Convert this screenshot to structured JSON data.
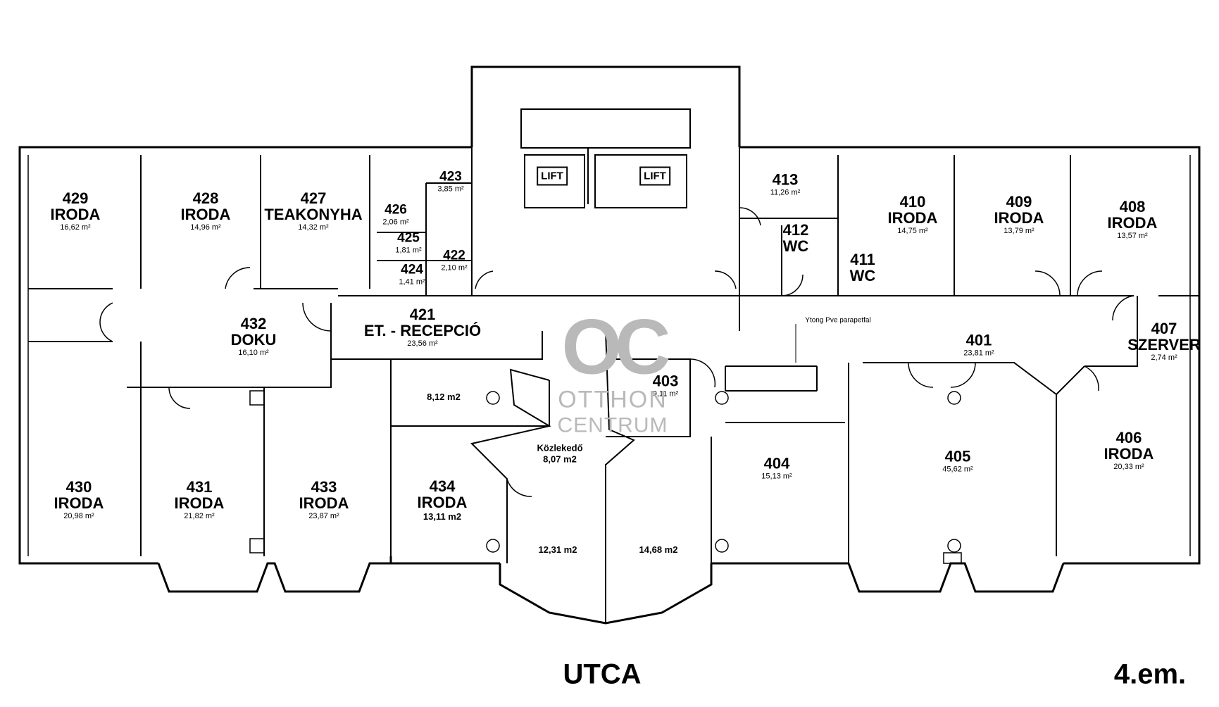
{
  "rooms": {
    "r429": {
      "num": "429",
      "name": "IRODA",
      "area": "16,62 m²"
    },
    "r428": {
      "num": "428",
      "name": "IRODA",
      "area": "14,96 m²"
    },
    "r427": {
      "num": "427",
      "name": "TEAKONYHA",
      "area": "14,32 m²"
    },
    "r426": {
      "num": "426",
      "area": "2,06 m²"
    },
    "r425": {
      "num": "425",
      "area": "1,81 m²"
    },
    "r424": {
      "num": "424",
      "area": "1,41 m²"
    },
    "r423": {
      "num": "423",
      "area": "3,85 m²"
    },
    "r422": {
      "num": "422",
      "area": "2,10 m²"
    },
    "r421": {
      "num": "421",
      "name": "ET. - RECEPCIÓ",
      "area": "23,56 m²"
    },
    "r432": {
      "num": "432",
      "name": "DOKU",
      "area": "16,10 m²"
    },
    "r413": {
      "num": "413",
      "area": "11,26 m²"
    },
    "r412": {
      "num": "412",
      "name": "WC"
    },
    "r411": {
      "num": "411",
      "name": "WC"
    },
    "r410": {
      "num": "410",
      "name": "IRODA",
      "area": "14,75 m²"
    },
    "r409": {
      "num": "409",
      "name": "IRODA",
      "area": "13,79 m²"
    },
    "r408": {
      "num": "408",
      "name": "IRODA",
      "area": "13,57 m²"
    },
    "r407": {
      "num": "407",
      "name": "SZERVER",
      "area": "2,74 m²"
    },
    "r401": {
      "num": "401",
      "area": "23,81 m²"
    },
    "r403": {
      "num": "403",
      "area": "9,11 m²"
    },
    "r406": {
      "num": "406",
      "name": "IRODA",
      "area": "20,33 m²"
    },
    "r405": {
      "num": "405",
      "area": "45,62 m²"
    },
    "r404": {
      "num": "404",
      "area": "15,13 m²"
    },
    "r430": {
      "num": "430",
      "name": "IRODA",
      "area": "20,98 m²"
    },
    "r431": {
      "num": "431",
      "name": "IRODA",
      "area": "21,82 m²"
    },
    "r433": {
      "num": "433",
      "name": "IRODA",
      "area": "23,87 m²"
    },
    "r434": {
      "num": "434",
      "name": "IRODA",
      "area": "13,11 m2"
    },
    "storage1": {
      "area": "8,12 m2"
    },
    "corridor": {
      "name": "Közlekedő",
      "area": "8,07 m2"
    },
    "bay1": {
      "area": "12,31 m2"
    },
    "bay2": {
      "area": "14,68 m2"
    }
  },
  "lift_labels": [
    "LIFT",
    "LIFT"
  ],
  "note": "Ytong Pve parapetfal",
  "street": "UTCA",
  "floor": "4.em.",
  "watermark": {
    "logo": "OC",
    "line1": "OTTHON",
    "line2": "CENTRUM"
  },
  "colors": {
    "wall": "#000000",
    "watermark": "#b9b9b9",
    "background": "#ffffff"
  }
}
